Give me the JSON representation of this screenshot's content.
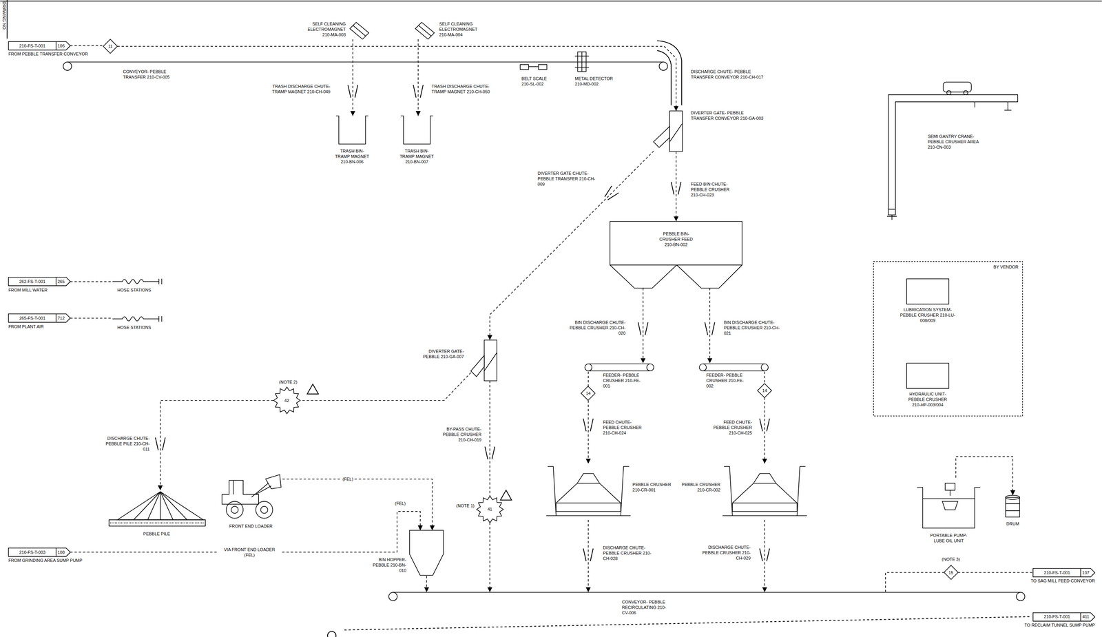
{
  "diagram": {
    "nodes": [
      {
        "text": [
          "210-FS-T-001",
          "106",
          "FROM PEBBLE TRANSFER CONVEYOR"
        ]
      },
      {
        "text": [
          "11"
        ]
      },
      {
        "text": [
          "CONVEYOR- PEBBLE TRANSFER 210-CV-005"
        ]
      },
      {
        "text": [
          "SELF CLEANING ELECTROMAGNET 210-MA-003"
        ]
      },
      {
        "text": [
          "SELF CLEANING ELECTROMAGNET 210-MA-004"
        ]
      },
      {
        "text": [
          "BELT SCALE 210-SL-002"
        ]
      },
      {
        "text": [
          "METAL DETECTOR 210-MD-002"
        ]
      },
      {
        "text": [
          "TRASH BIN- TRAMP MAGNET 210-BN-006"
        ]
      },
      {
        "text": [
          "TRASH BIN- TRAMP MAGNET 210-BN-007"
        ]
      },
      {
        "text": [
          "DIVERTER GATE- PEBBLE TRANSFER CONVEYOR 210-GA-003"
        ]
      },
      {
        "text": [
          "PEBBLE BIN- CRUSHER FEED 210-BN-002"
        ]
      },
      {
        "text": [
          "SEMI GANTRY CRANE- PEBBLE CRUSHER AREA 210-CN-003"
        ]
      },
      {
        "text": [
          "BY VENDOR"
        ]
      },
      {
        "text": [
          "LUBRICATION SYSTEM- PEBBLE CRUSHER 210-LU-008/009"
        ],
        "in": 12
      },
      {
        "text": [
          "HYDRAULIC UNIT- PEBBLE CRUSHER 210-HP-003/004"
        ],
        "in": 12
      },
      {
        "text": [
          "262-FS-T-001",
          "265",
          "FROM MILL WATER"
        ]
      },
      {
        "text": [
          "HOSE STATIONS"
        ]
      },
      {
        "text": [
          "265-FS-T-001",
          "712",
          "FROM PLANT AIR"
        ]
      },
      {
        "text": [
          "HOSE STATIONS"
        ]
      },
      {
        "text": [
          "DIVERTER GATE- PEBBLE 210-GA-007"
        ]
      },
      {
        "text": [
          "FEEDER- PEBBLE CRUSHER 210-FE-001"
        ]
      },
      {
        "text": [
          "FEEDER- PEBBLE CRUSHER 210-FE-002"
        ]
      },
      {
        "text": [
          "14"
        ]
      },
      {
        "text": [
          "14"
        ]
      },
      {
        "text": [
          "42"
        ]
      },
      {
        "text": [
          "PEBBLE PILE"
        ]
      },
      {
        "text": [
          "FRONT END LOADER"
        ]
      },
      {
        "text": [
          "BIN HOPPER- PEBBLE 210-BN-010"
        ]
      },
      {
        "text": [
          "41"
        ]
      },
      {
        "text": [
          "PEBBLE CRUSHER 210-CR-001"
        ]
      },
      {
        "text": [
          "PEBBLE CRUSHER 210-CR-002"
        ]
      },
      {
        "text": [
          "PORTABLE PUMP- LUBE OIL UNIT"
        ]
      },
      {
        "text": [
          "DRUM"
        ]
      },
      {
        "text": [
          "210-FS-T-003",
          "108",
          "FROM GRINDING AREA SUMP PUMP"
        ]
      },
      {
        "text": [
          "CONVEYOR- PEBBLE RECIRCULATING 210-CV-006"
        ]
      },
      {
        "text": [
          "15"
        ]
      },
      {
        "text": [
          "210-FS-T-001",
          "107",
          "TO SAG MILL FEED CONVEYOR"
        ]
      },
      {
        "text": [
          "210-FS-T-001",
          "411",
          "TO RECLAIM TUNNEL SUMP PUMP"
        ]
      }
    ],
    "edges": [
      {
        "from": 0,
        "to": 1,
        "arrow": "none"
      },
      {
        "from": 1,
        "to": 9,
        "arrow": "to"
      },
      {
        "from": 3,
        "to": 7,
        "arrow": "to"
      },
      {
        "from": 4,
        "to": 8,
        "arrow": "to"
      },
      {
        "from": 9,
        "to": 10,
        "arrow": "to"
      },
      {
        "from": 9,
        "to": 19,
        "arrow": "to"
      },
      {
        "from": 10,
        "to": 20,
        "arrow": "to"
      },
      {
        "from": 10,
        "to": 21,
        "arrow": "to"
      },
      {
        "from": 20,
        "to": 22,
        "arrow": "none"
      },
      {
        "from": 22,
        "to": 29,
        "arrow": "to"
      },
      {
        "from": 21,
        "to": 23,
        "arrow": "none"
      },
      {
        "from": 23,
        "to": 30,
        "arrow": "to"
      },
      {
        "from": 29,
        "to": 34,
        "arrow": "to"
      },
      {
        "from": 30,
        "to": 34,
        "arrow": "to"
      },
      {
        "from": 19,
        "to": 24,
        "arrow": "none"
      },
      {
        "from": 24,
        "to": 25,
        "arrow": "to"
      },
      {
        "from": 19,
        "to": 28,
        "arrow": "none"
      },
      {
        "from": 28,
        "to": 34,
        "arrow": "to"
      },
      {
        "from": 26,
        "to": 27,
        "arrow": "to",
        "label": "(FEL)"
      },
      {
        "from": 33,
        "to": 27,
        "arrow": "to",
        "label": "VIA FRONT END LOADER (FEL)"
      },
      {
        "from": 27,
        "to": 34,
        "arrow": "to"
      },
      {
        "from": 15,
        "to": 16,
        "arrow": "none"
      },
      {
        "from": 17,
        "to": 18,
        "arrow": "none"
      },
      {
        "from": 31,
        "to": 32,
        "arrow": "to"
      },
      {
        "from": 34,
        "to": 35,
        "arrow": "none"
      },
      {
        "from": 35,
        "to": 36,
        "arrow": "none"
      }
    ],
    "labels": [
      "DRAWING NO.",
      "DISCHARGE CHUTE- PEBBLE TRANSFER CONVEYOR 210-CH-017",
      "TRASH DISCHARGE CHUTE- TRAMP MAGNET 210-CH-049",
      "TRASH DISCHARGE CHUTE- TRAMP MAGNET 210-CH-050",
      "DIVERTER GATE CHUTE- PEBBLE TRANSFER 210-CH-009",
      "FEED BIN CHUTE- PEBBLE CRUSHER 210-CH-023",
      "BIN DISCHARGE CHUTE- PEBBLE CRUSHER 210-CH-020",
      "BIN DISCHARGE CHUTE- PEBBLE CRUSHER 210-CH-021",
      "FEED CHUTE- PEBBLE CRUSHER 210-CH-024",
      "FEED CHUTE- PEBBLE CRUSHER 210-CH-025",
      "DISCHARGE CHUTE- PEBBLE PILE 210-CH-011",
      "BY-PASS CHUTE- PEBBLE CRUSHER 210-CH-019",
      "DISCHARGE CHUTE- PEBBLE CRUSHER 210-CH-028",
      "DISCHARGE CHUTE- PEBBLE CRUSHER 210-CH-029",
      "(NOTE 2)",
      "(NOTE 1)",
      "(NOTE 3)",
      "(FEL)"
    ]
  }
}
